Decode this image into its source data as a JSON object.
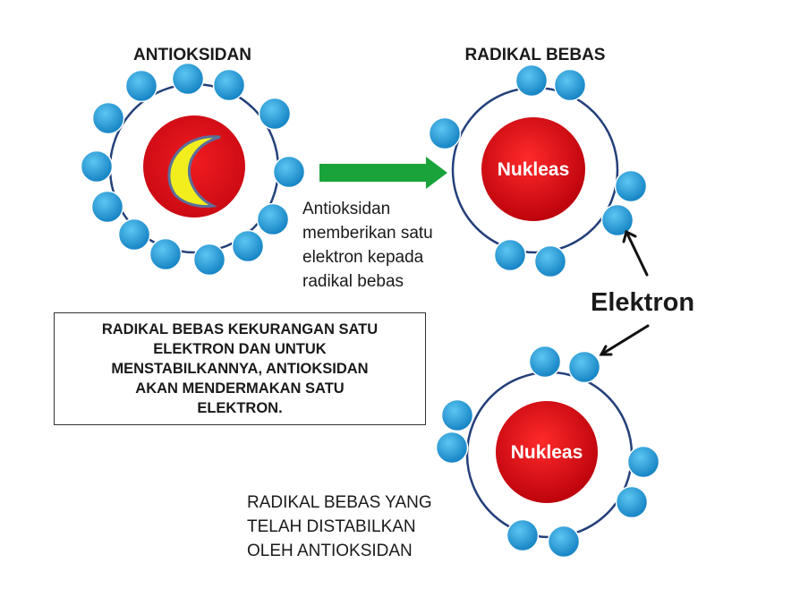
{
  "antioxidant": {
    "title": "ANTIOKSIDAN"
  },
  "free_radical": {
    "title": "RADIKAL BEBAS",
    "nucleus_label": "Nukleas"
  },
  "stabilized_radical": {
    "nucleus_label": "Nukleas",
    "caption": [
      "RADIKAL BEBAS YANG",
      "TELAH DISTABILKAN",
      "OLEH ANTIOKSIDAN"
    ]
  },
  "transfer": {
    "caption": [
      "Antioksidan",
      "memberikan satu",
      "elektron kepada",
      "radikal bebas"
    ]
  },
  "electron_label": "Elektron",
  "info_box": {
    "lines": [
      "RADIKAL BEBAS KEKURANGAN SATU",
      "ELEKTRON DAN UNTUK",
      "MENSTABILKANNYA, ANTIOKSIDAN",
      "AKAN MENDERMAKAN SATU",
      "ELEKTRON."
    ]
  },
  "colors": {
    "electron": "#1e9bd8",
    "nucleus": "#e0101a",
    "orbit": "#24407a",
    "arrow": "#1aa33a",
    "moon": "#f2ee1e"
  }
}
